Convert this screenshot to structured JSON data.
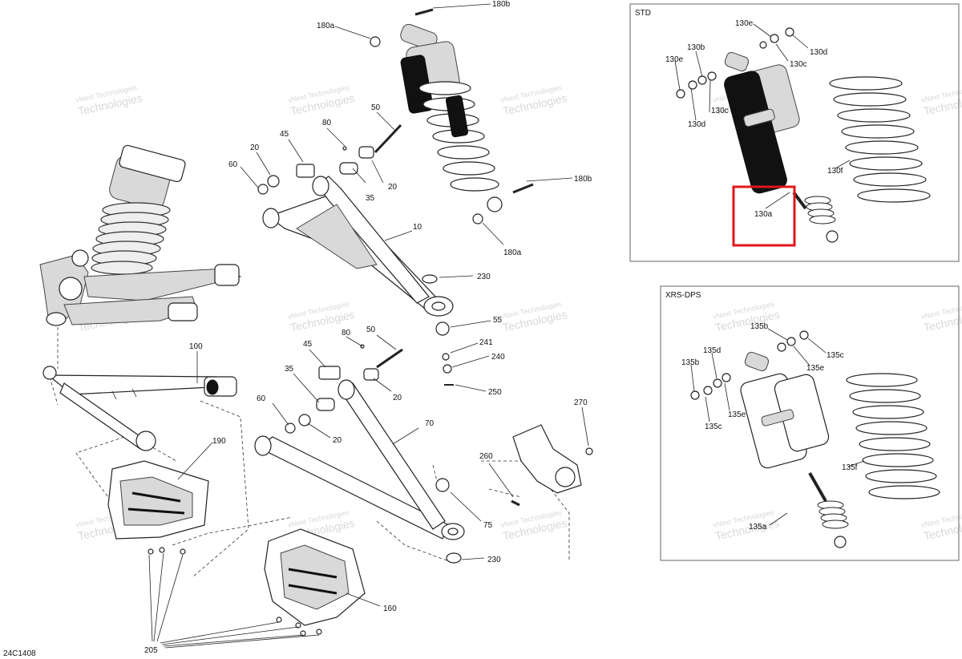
{
  "document_code": "24C1408",
  "watermark": {
    "line1": "vNext Technologies",
    "line2": "Technologies"
  },
  "highlight_color": "#e0161b",
  "panels": {
    "std": {
      "title": "STD"
    },
    "xrs": {
      "title": "XRS-DPS"
    }
  },
  "callouts": {
    "c180a_top": "180a",
    "c180b_top": "180b",
    "c180b_mid": "180b",
    "c180a_mid": "180a",
    "c50_up": "50",
    "c80_up": "80",
    "c45_up": "45",
    "c20_up_l": "20",
    "c60_up": "60",
    "c35_up": "35",
    "c20_up_r": "20",
    "c10": "10",
    "c230_up": "230",
    "c55": "55",
    "c241": "241",
    "c240": "240",
    "c250": "250",
    "c100": "100",
    "c190": "190",
    "c45_lo": "45",
    "c80_lo": "80",
    "c50_lo": "50",
    "c35_lo": "35",
    "c20_lo_r": "20",
    "c60_lo": "60",
    "c20_lo_l": "20",
    "c70": "70",
    "c260": "260",
    "c270": "270",
    "c75": "75",
    "c230_lo": "230",
    "c160": "160",
    "c205": "205",
    "s130e_top": "130e",
    "s130d_r": "130d",
    "s130c_r": "130c",
    "s130b": "130b",
    "s130e_l": "130e",
    "s130c_l": "130c",
    "s130d_l": "130d",
    "s130f": "130f",
    "s130a": "130a",
    "x135b_top": "135b",
    "x135c_r": "135c",
    "x135e_r": "135e",
    "x135d": "135d",
    "x135b_l": "135b",
    "x135e_l": "135e",
    "x135c_l": "135c",
    "x135f": "135f",
    "x135a": "135a"
  }
}
